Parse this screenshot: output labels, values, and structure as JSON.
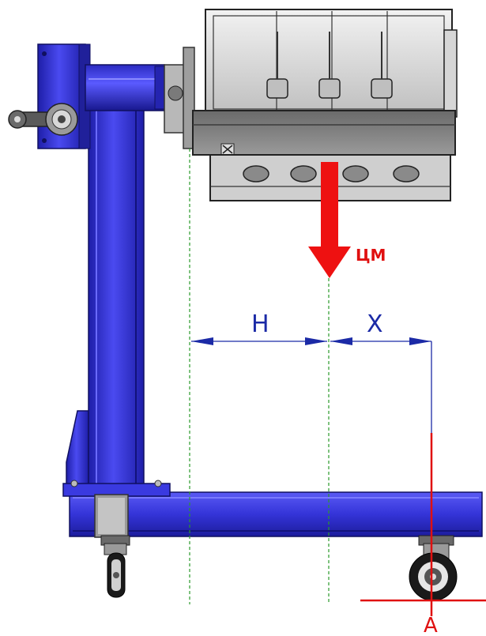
{
  "labels": {
    "center_of_mass": "ЦМ",
    "dim_h": "H",
    "dim_x": "X",
    "point_a": "A"
  },
  "colors": {
    "frame": "#3030d8",
    "frame_dark": "#1a1a9a",
    "engine": "#cfcfcf",
    "force_arrow": "#ee1111",
    "dimension": "#1b2aa6",
    "guide": "#2a9a2a"
  }
}
